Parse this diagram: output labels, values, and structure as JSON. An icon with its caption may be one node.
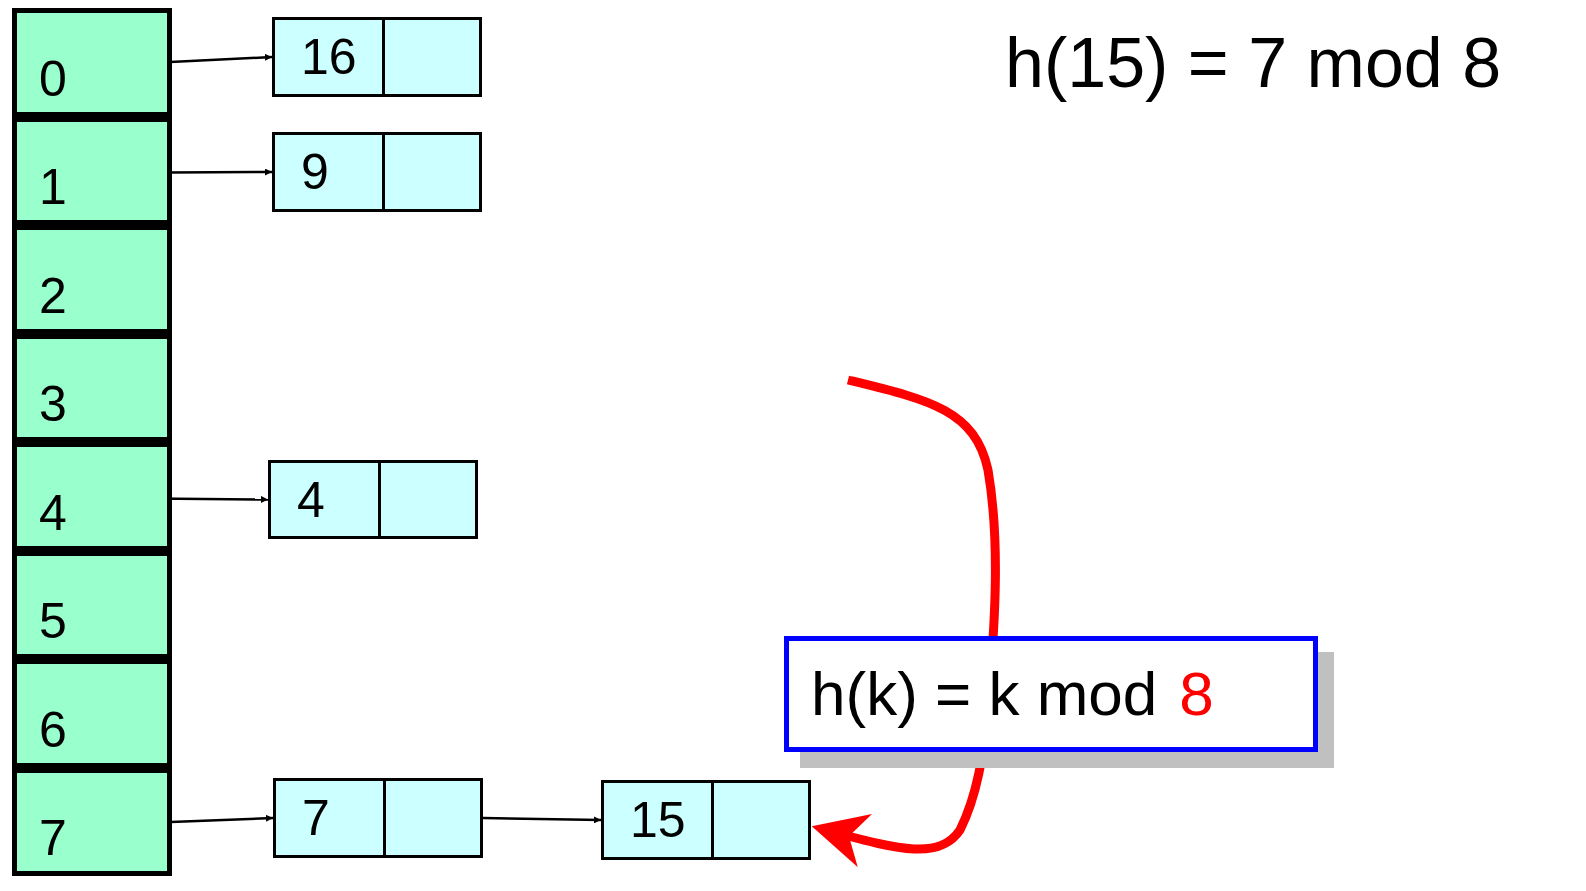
{
  "diagram": {
    "nodes": [
      {
        "text": [
          "0"
        ]
      },
      {
        "text": [
          "1"
        ]
      },
      {
        "text": [
          "2"
        ]
      },
      {
        "text": [
          "3"
        ]
      },
      {
        "text": [
          "4"
        ]
      },
      {
        "text": [
          "5"
        ]
      },
      {
        "text": [
          "6"
        ]
      },
      {
        "text": [
          "7"
        ]
      },
      {
        "text": [
          "16"
        ]
      },
      {
        "text": [
          "9"
        ]
      },
      {
        "text": [
          "4"
        ]
      },
      {
        "text": [
          "7"
        ]
      },
      {
        "text": [
          "15"
        ]
      },
      {
        "text": [
          "h(k) = k mod",
          "8"
        ]
      }
    ],
    "edges": [
      {
        "from": 0,
        "to": 8,
        "arrow": "to"
      },
      {
        "from": 1,
        "to": 9,
        "arrow": "to"
      },
      {
        "from": 4,
        "to": 10,
        "arrow": "to"
      },
      {
        "from": 7,
        "to": 11,
        "arrow": "to"
      },
      {
        "from": 11,
        "to": 12,
        "arrow": "to"
      },
      {
        "from": null,
        "to": 12,
        "arrow": "to",
        "style": "thick",
        "color": "#ff0000"
      }
    ],
    "labels": [
      "h(15) = 7 mod 8"
    ]
  }
}
